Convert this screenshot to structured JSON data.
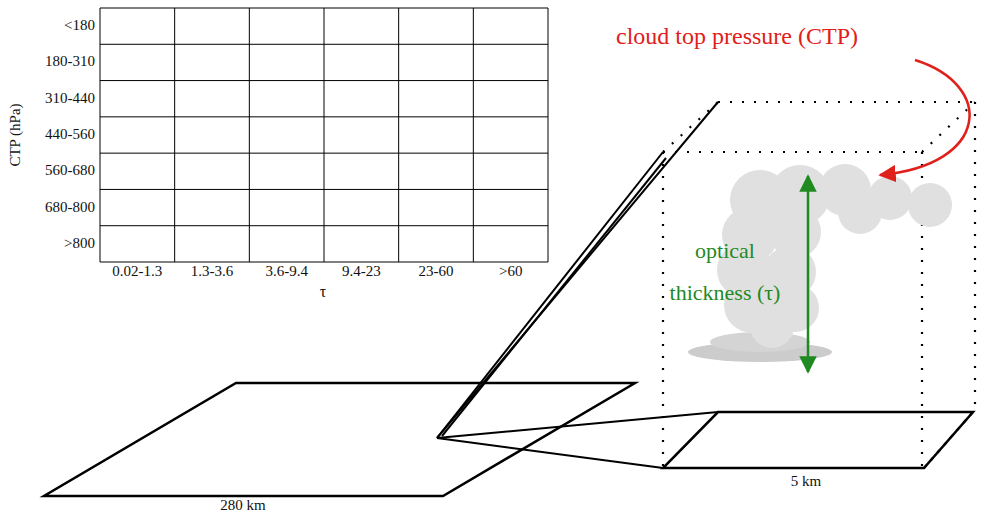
{
  "diagram": {
    "labels": [
      "<180",
      "180-310",
      "310-440",
      "440-560",
      "560-680",
      "680-800",
      ">800",
      "CTP (hPa)",
      "0.02-1.3",
      "1.3-3.6",
      "3.6-9.4",
      "9.4-23",
      "23-60",
      ">60",
      "τ",
      "cloud top pressure (CTP)",
      "optical thickness (τ)",
      "280 km",
      "5 km"
    ]
  }
}
